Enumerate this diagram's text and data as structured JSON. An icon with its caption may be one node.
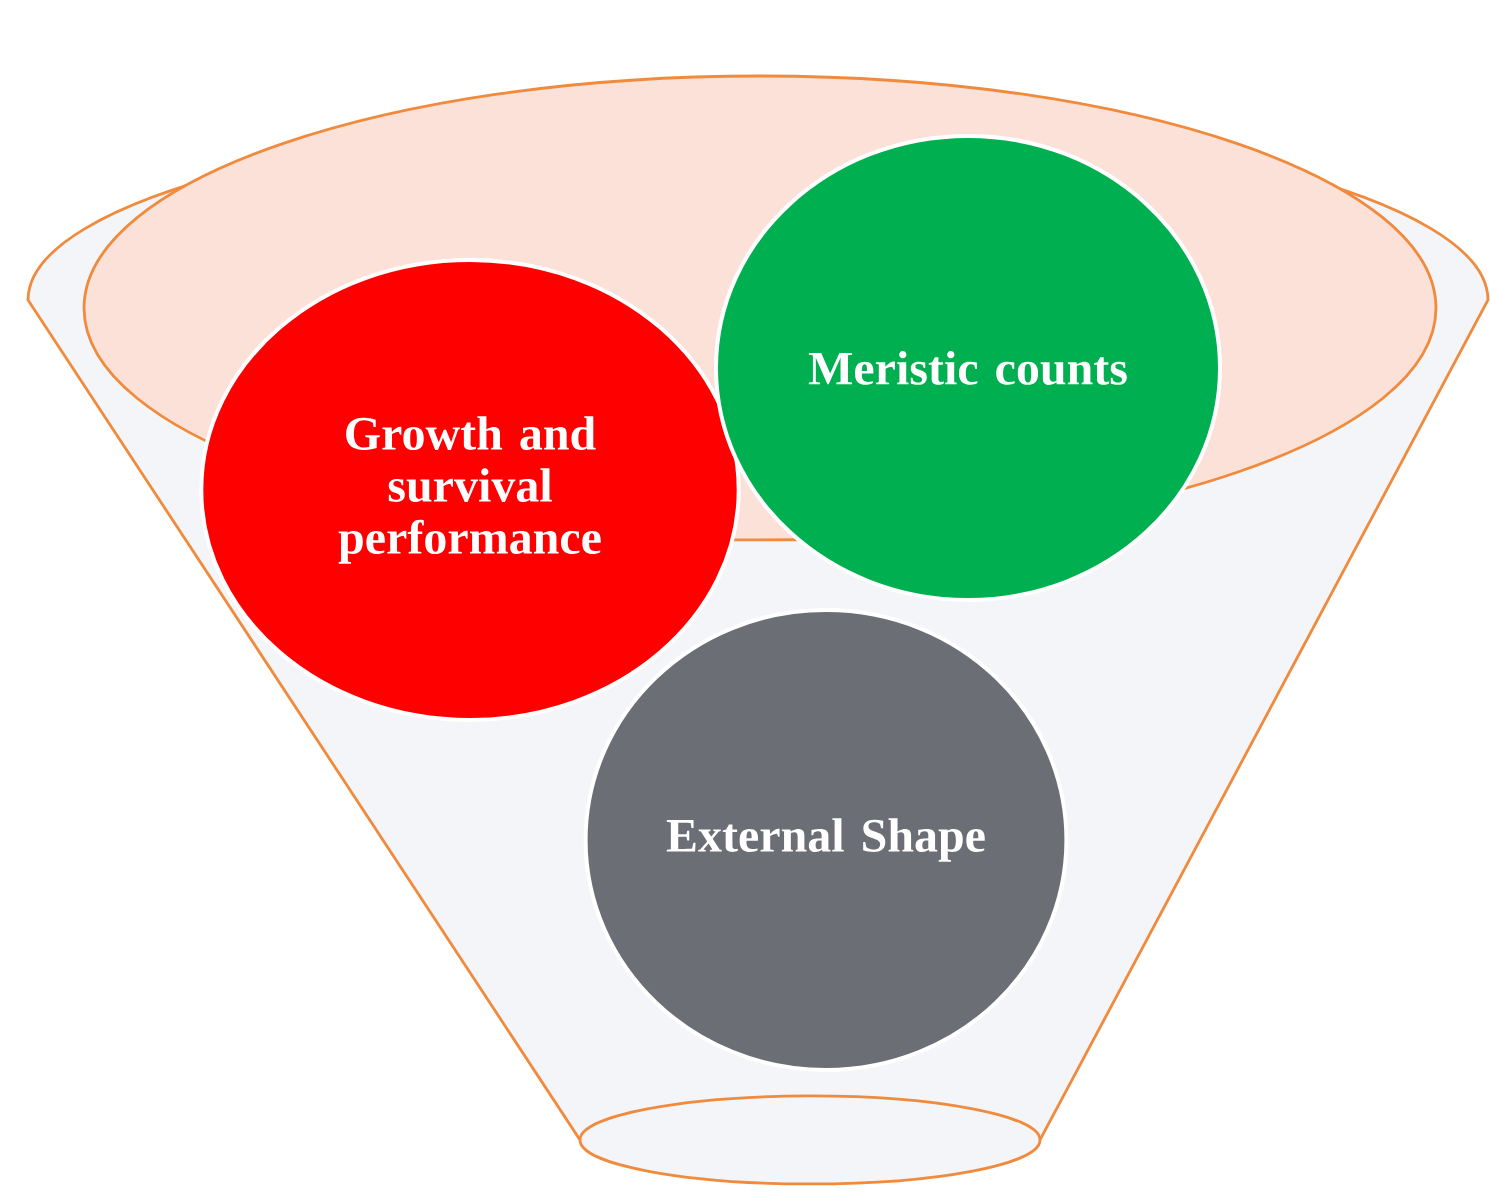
{
  "diagram": {
    "nodes": [
      {
        "text": [
          "Growth and survival performance"
        ]
      },
      {
        "text": [
          "Meristic counts"
        ]
      },
      {
        "text": [
          "External Shape"
        ]
      }
    ]
  }
}
